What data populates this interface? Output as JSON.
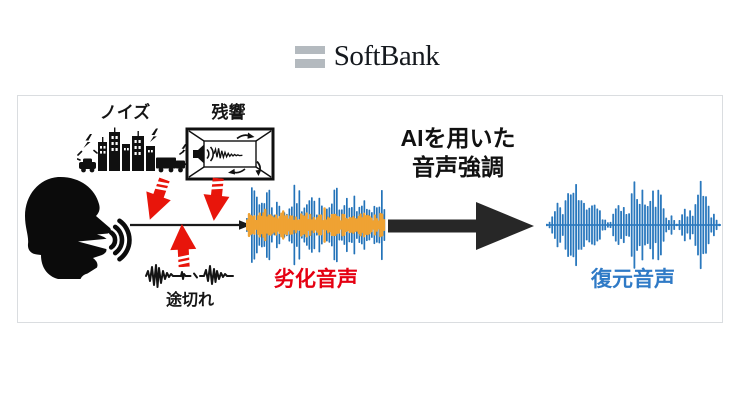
{
  "logo": {
    "brand": "SoftBank",
    "bar_color": "#b4babf",
    "text_color": "#15191e",
    "icon": "softbank-logo-bars"
  },
  "panel": {
    "border_color": "#dadde0",
    "background": "#ffffff"
  },
  "source": {
    "icon": "shouting-head-icon"
  },
  "impairments": {
    "noise": {
      "label": "ノイズ",
      "icon": "city-noise-icon"
    },
    "reverb": {
      "label": "残響",
      "icon": "reverb-room-icon"
    },
    "dropout": {
      "label": "途切れ",
      "icon": "interrupted-waveform-icon"
    },
    "arrow_icon": "red-impairment-arrow-icon",
    "arrow_color": "#e8150b"
  },
  "signal_path": {
    "icon": "thin-right-arrow-icon",
    "color": "#1a1a1a"
  },
  "degraded": {
    "label": "劣化音声",
    "label_color": "#e50012",
    "wave_color": "#2373b9",
    "noise_band_color": "#efa233",
    "icon": "degraded-waveform"
  },
  "process": {
    "title_line1": "AIを用いた",
    "title_line2": "音声強調",
    "arrow_color": "#272727",
    "icon": "big-right-arrow-icon"
  },
  "restored": {
    "label": "復元音声",
    "label_color": "#2f7ac6",
    "wave_color": "#2a78bd",
    "icon": "restored-waveform"
  }
}
